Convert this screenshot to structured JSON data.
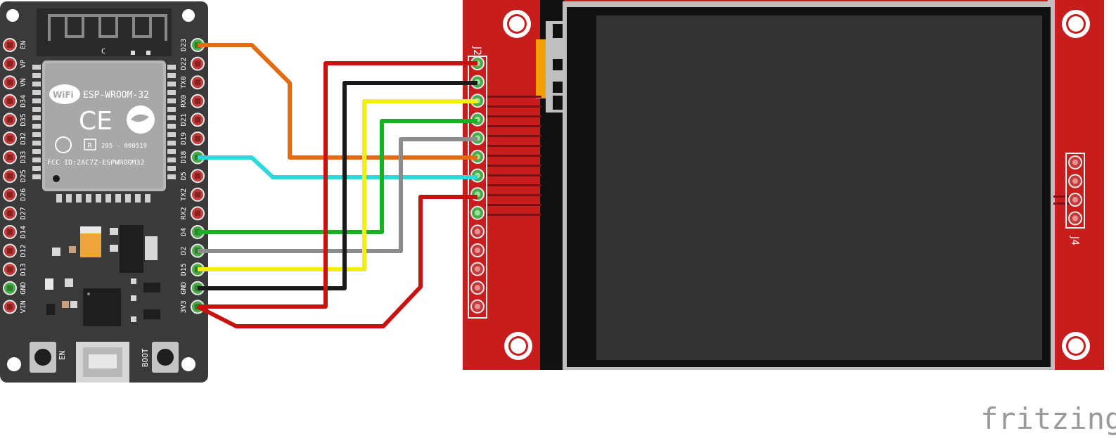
{
  "esp32": {
    "module_name": "ESP-WROOM-32",
    "wifi_logo": "WiFi",
    "ce_mark": "CE",
    "r_mark": "R",
    "r_code": "205 - 000519",
    "fcc_id": "FCC ID:2AC7Z-ESPWROOM32",
    "silk_c": "C",
    "left_pins": [
      "EN",
      "VP",
      "VN",
      "D34",
      "D35",
      "D32",
      "D33",
      "D25",
      "D26",
      "D27",
      "D14",
      "D12",
      "D13",
      "GND",
      "VIN"
    ],
    "right_pins": [
      "D23",
      "D22",
      "TX0",
      "RX0",
      "D21",
      "D19",
      "D18",
      "D5",
      "TX2",
      "RX2",
      "D4",
      "D2",
      "D15",
      "GND",
      "3V3"
    ],
    "en_button_label": "EN",
    "boot_button_label": "BOOT"
  },
  "display": {
    "header_label": "J2",
    "side_header_label": "J4",
    "header_pin_count": 14,
    "side_pin_count": 4
  },
  "wires": [
    {
      "from": "D23",
      "to": "J2 pin 6",
      "color": "#e36b12"
    },
    {
      "from": "D18",
      "to": "J2 pin 7",
      "color": "#2ed9dc"
    },
    {
      "from": "D4",
      "to": "J2 pin 4",
      "color": "#19b026"
    },
    {
      "from": "D2",
      "to": "J2 pin 5",
      "color": "#8c8c8c"
    },
    {
      "from": "D15",
      "to": "J2 pin 3",
      "color": "#f2ef12"
    },
    {
      "from": "GND",
      "to": "J2 pin 2",
      "color": "#1a1a1a"
    },
    {
      "from": "3V3",
      "to": "J2 pin 1",
      "color": "#c8120f"
    },
    {
      "from": "3V3",
      "to": "J2 pin 8",
      "color": "#c8120f"
    }
  ],
  "watermark": "fritzing"
}
